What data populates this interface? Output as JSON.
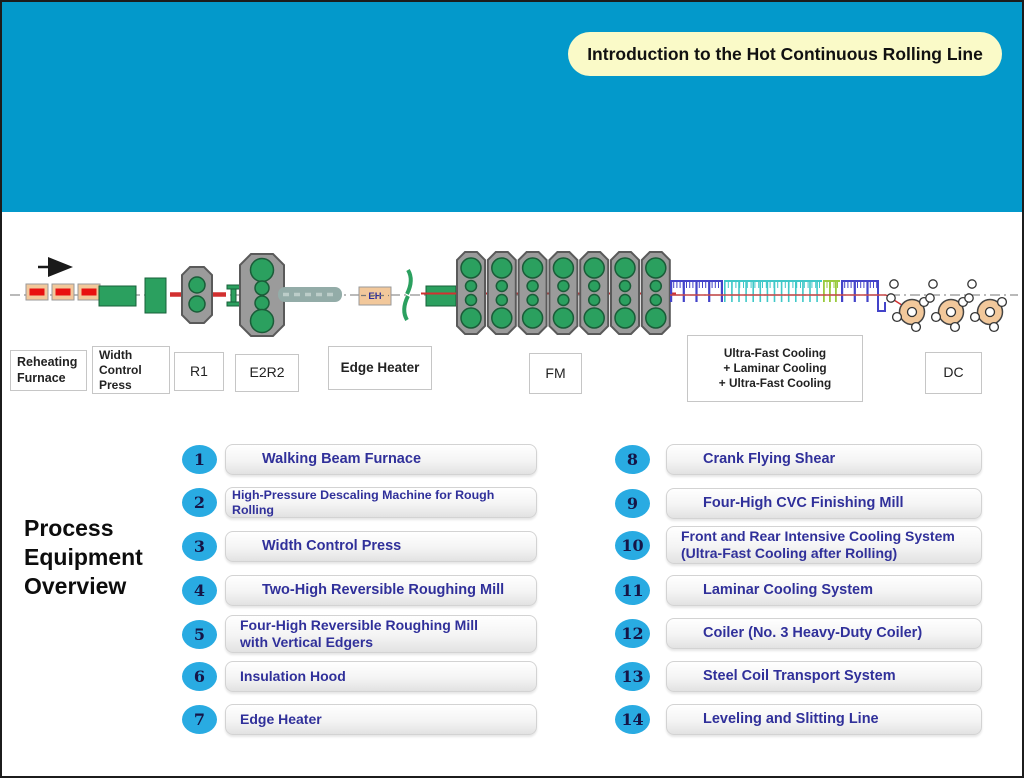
{
  "title": "Introduction to the Hot Continuous Rolling Line",
  "diagram": {
    "eh_label": "EH",
    "labels": {
      "reheating_furnace": "Reheating\nFurnace",
      "width_control_press": "Width\nControl Press",
      "r1": "R1",
      "e2r2": "E2R2",
      "edge_heater": "Edge Heater",
      "fm": "FM",
      "cooling": "Ultra-Fast Cooling\n+ Laminar Cooling\n+ Ultra-Fast Cooling",
      "dc": "DC"
    },
    "colors": {
      "band_cyan": "#0399cb",
      "title_yellow": "#fafac8",
      "ultra_fast_blue": "#4343c9",
      "laminar_cyan": "#3fc8c8",
      "transition_green": "#9aca3e",
      "pass_line_red": "#d23030",
      "equipment_green": "#2ba05f",
      "stand_gray": "#9b9b9b",
      "slab_tan": "#f2c89b",
      "number_circle": "#29abe2"
    }
  },
  "overview": {
    "heading": "Process\nEquipment\nOverview",
    "items": [
      {
        "number": "1",
        "label": "Walking Beam Furnace"
      },
      {
        "number": "2",
        "label": "High-Pressure Descaling Machine for Rough Rolling"
      },
      {
        "number": "3",
        "label": "Width Control Press"
      },
      {
        "number": "4",
        "label": "Two-High Reversible Roughing Mill"
      },
      {
        "number": "5",
        "label": "Four-High Reversible Roughing Mill\nwith Vertical Edgers"
      },
      {
        "number": "6",
        "label": "Insulation Hood"
      },
      {
        "number": "7",
        "label": "Edge Heater"
      },
      {
        "number": "8",
        "label": "Crank Flying Shear"
      },
      {
        "number": "9",
        "label": "Four-High CVC Finishing Mill"
      },
      {
        "number": "10",
        "label": "Front and Rear Intensive Cooling System\n(Ultra-Fast Cooling after Rolling)"
      },
      {
        "number": "11",
        "label": "Laminar Cooling System"
      },
      {
        "number": "12",
        "label": "Coiler (No. 3 Heavy-Duty Coiler)"
      },
      {
        "number": "13",
        "label": "Steel Coil Transport System"
      },
      {
        "number": "14",
        "label": "Leveling and Slitting Line"
      }
    ]
  }
}
